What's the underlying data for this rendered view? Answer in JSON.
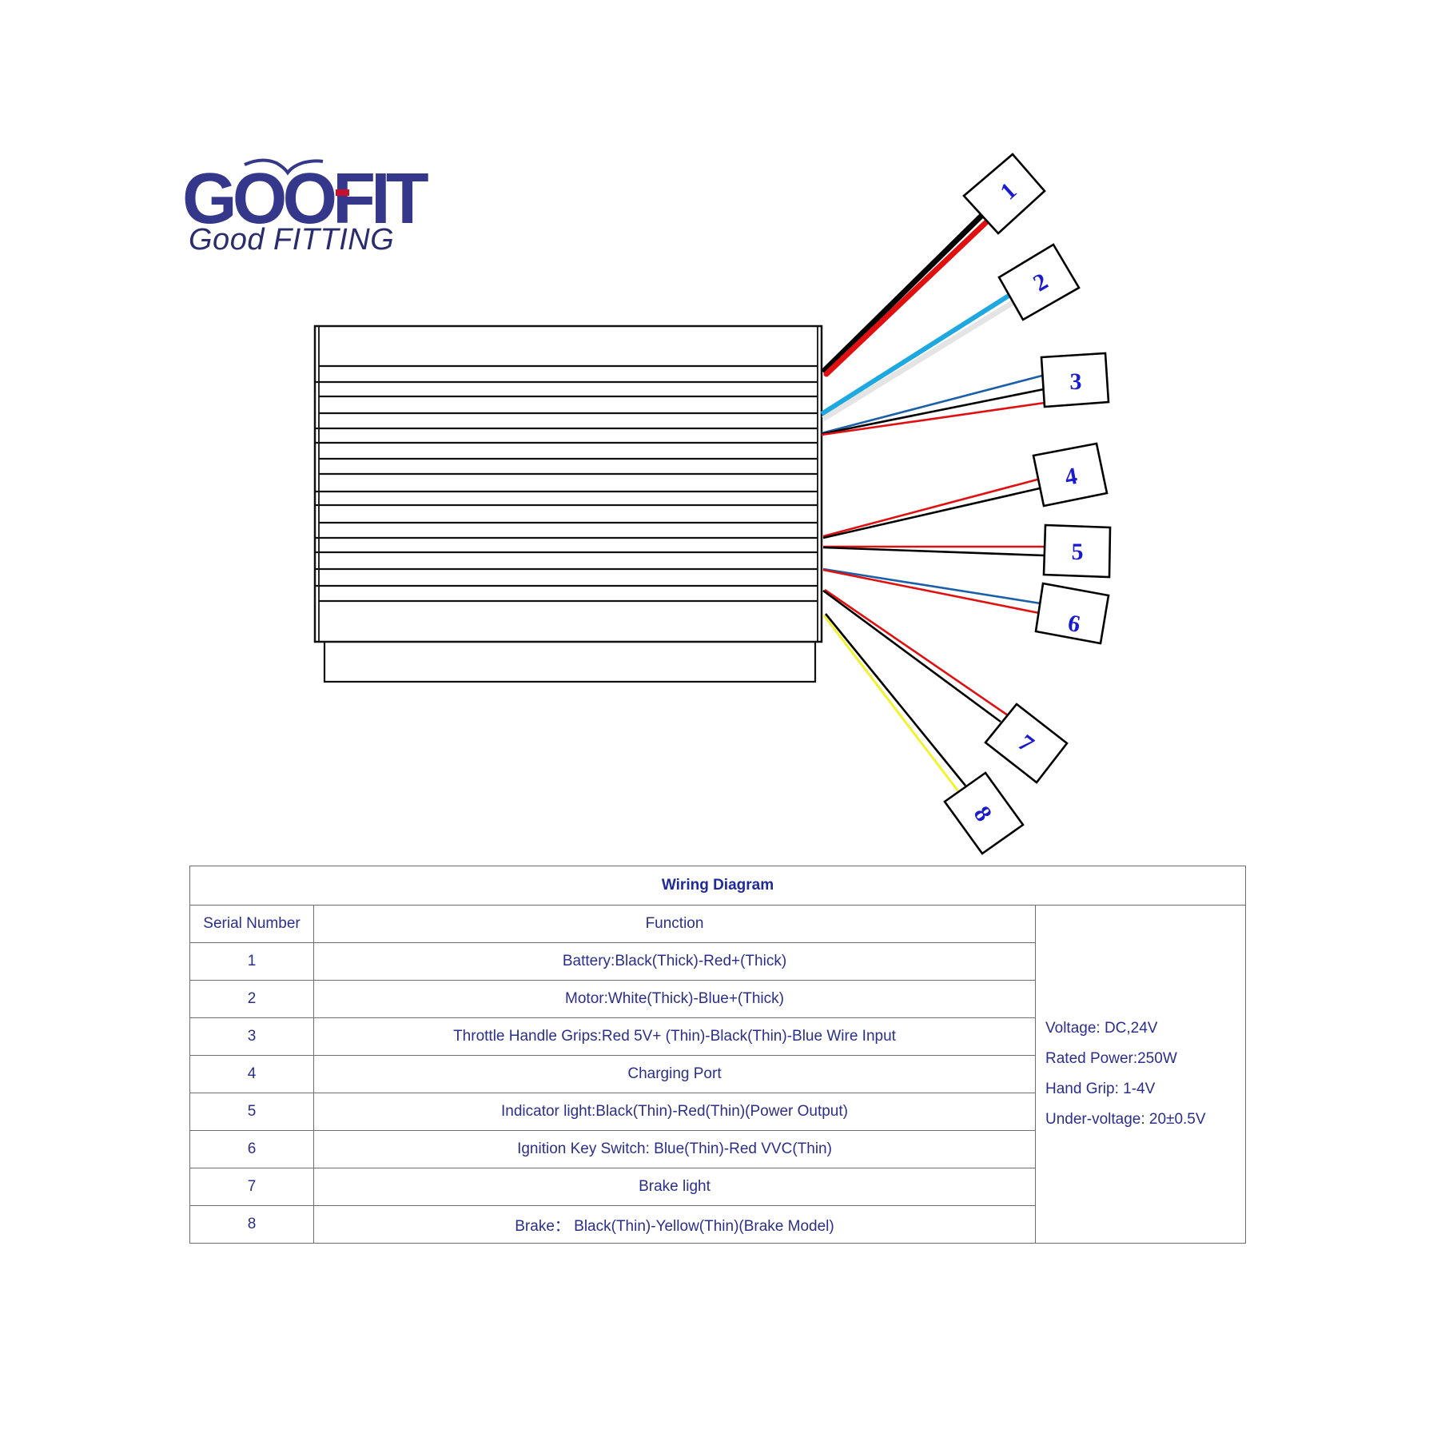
{
  "logo": {
    "brand": "GOOFIT",
    "brand_prefix": "GOO",
    "brand_suffix": "FIT",
    "tagline": "Good FITTING",
    "brand_color": "#35378a",
    "accent_color": "#c8102e"
  },
  "diagram": {
    "connectors": [
      {
        "number": "1",
        "wires": [
          "black-thick",
          "red-thick"
        ]
      },
      {
        "number": "2",
        "wires": [
          "blue-thick",
          "white-thick"
        ]
      },
      {
        "number": "3",
        "wires": [
          "blue-thin",
          "black-thin",
          "red-thin"
        ]
      },
      {
        "number": "4",
        "wires": [
          "red-thin",
          "black-thin"
        ]
      },
      {
        "number": "5",
        "wires": [
          "red-thin",
          "black-thin"
        ]
      },
      {
        "number": "6",
        "wires": [
          "blue-thin",
          "red-thin"
        ]
      },
      {
        "number": "7",
        "wires": [
          "red-thin",
          "black-thin"
        ]
      },
      {
        "number": "8",
        "wires": [
          "black-thin",
          "yellow-thin"
        ]
      }
    ],
    "wire_colors": {
      "black": "#000000",
      "red": "#e01010",
      "blue_thick": "#1ea8e0",
      "white_thick": "#e4e4e4",
      "blue_thin": "#1a5fa8",
      "yellow": "#f2f230"
    },
    "label_color": "#1a1ad0"
  },
  "table": {
    "title": "Wiring Diagram",
    "headers": {
      "serial": "Serial Number",
      "function": "Function"
    },
    "rows": [
      {
        "serial": "1",
        "function": "Battery:Black(Thick)-Red+(Thick)"
      },
      {
        "serial": "2",
        "function": "Motor:White(Thick)-Blue+(Thick)"
      },
      {
        "serial": "3",
        "function": "Throttle Handle Grips:Red 5V+ (Thin)-Black(Thin)-Blue Wire Input"
      },
      {
        "serial": "4",
        "function": "Charging Port"
      },
      {
        "serial": "5",
        "function": "Indicator light:Black(Thin)-Red(Thin)(Power Output)"
      },
      {
        "serial": "6",
        "function": "Ignition Key Switch: Blue(Thin)-Red VVC(Thin)"
      },
      {
        "serial": "7",
        "function": "Brake light"
      },
      {
        "serial": "8",
        "function": "Brake：  Black(Thin)-Yellow(Thin)(Brake Model)"
      }
    ],
    "specs": [
      "Voltage: DC,24V",
      "Rated Power:250W",
      "Hand Grip: 1-4V",
      "Under-voltage: 20±0.5V"
    ],
    "text_color": "#2b2f8a"
  }
}
